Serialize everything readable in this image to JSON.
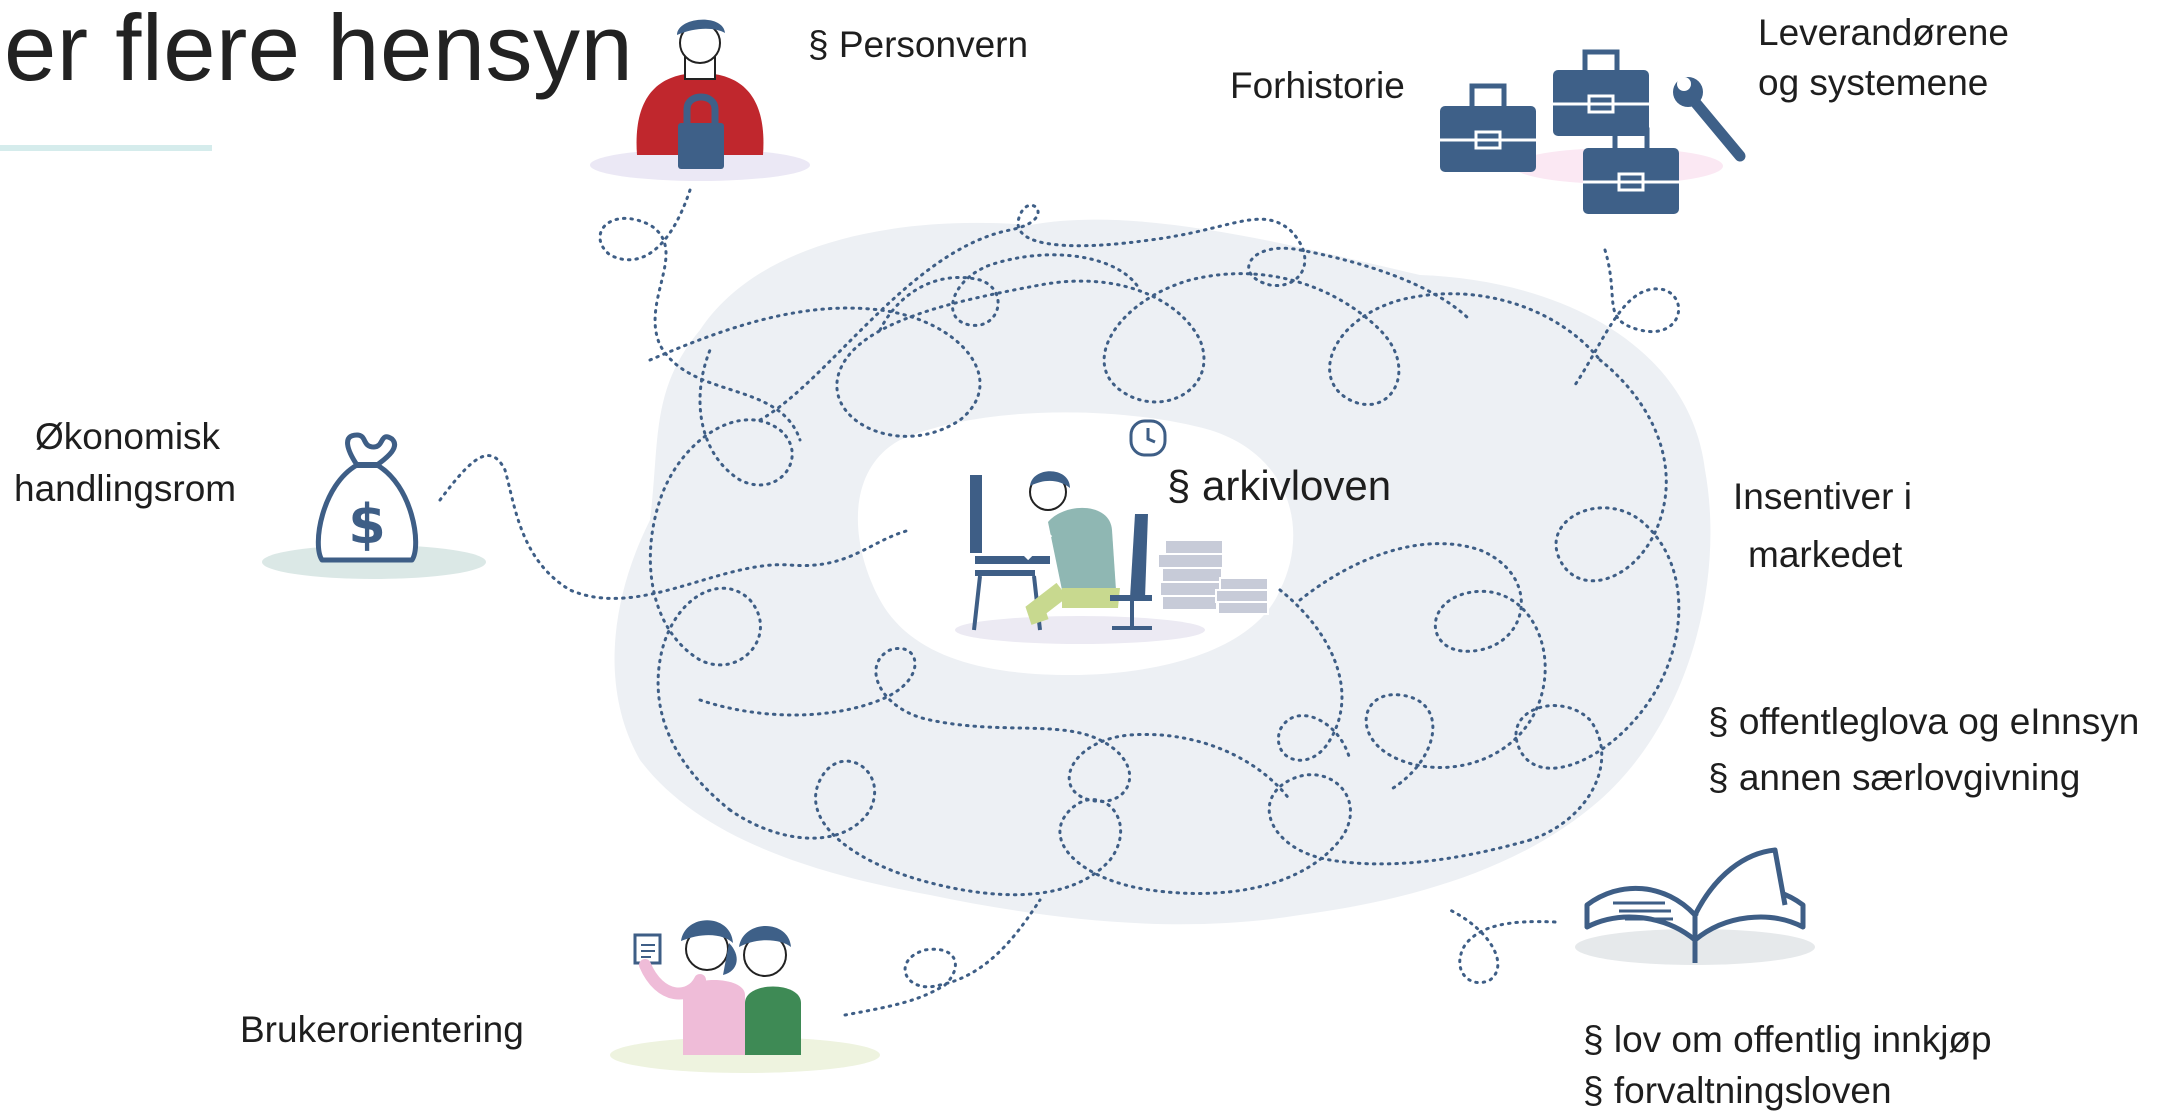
{
  "title": "er flere hensyn",
  "center": {
    "label": "§ arkivloven"
  },
  "labels": {
    "personvern": "§ Personvern",
    "forhistorie": "Forhistorie",
    "leverandorer_1": "Leverandørene",
    "leverandorer_2": "og systemene",
    "okonomisk_1": "Økonomisk",
    "okonomisk_2": "handlingsrom",
    "insentiver_1": "Insentiver i",
    "insentiver_2": "markedet",
    "offentleglova": "§ offentleglova og eInnsyn",
    "saerlov": "§ annen særlovgivning",
    "innkjop": "§ lov om offentlig innkjøp",
    "forvaltning": "§ forvaltningsloven",
    "bruker": "Brukerorientering"
  },
  "colors": {
    "dotted_line": "#3e5e86",
    "blob": "#edf0f4",
    "navy": "#3e6088",
    "red": "#c0272d",
    "teal": "#8fb7b3",
    "green": "#3e8a55",
    "pink": "#efbcd8",
    "lime": "#c8d98f"
  },
  "icons": [
    "person-lock-icon",
    "briefcases-wrench-icon",
    "money-bag-icon",
    "office-worker-icon",
    "open-book-icon",
    "two-people-icon"
  ]
}
